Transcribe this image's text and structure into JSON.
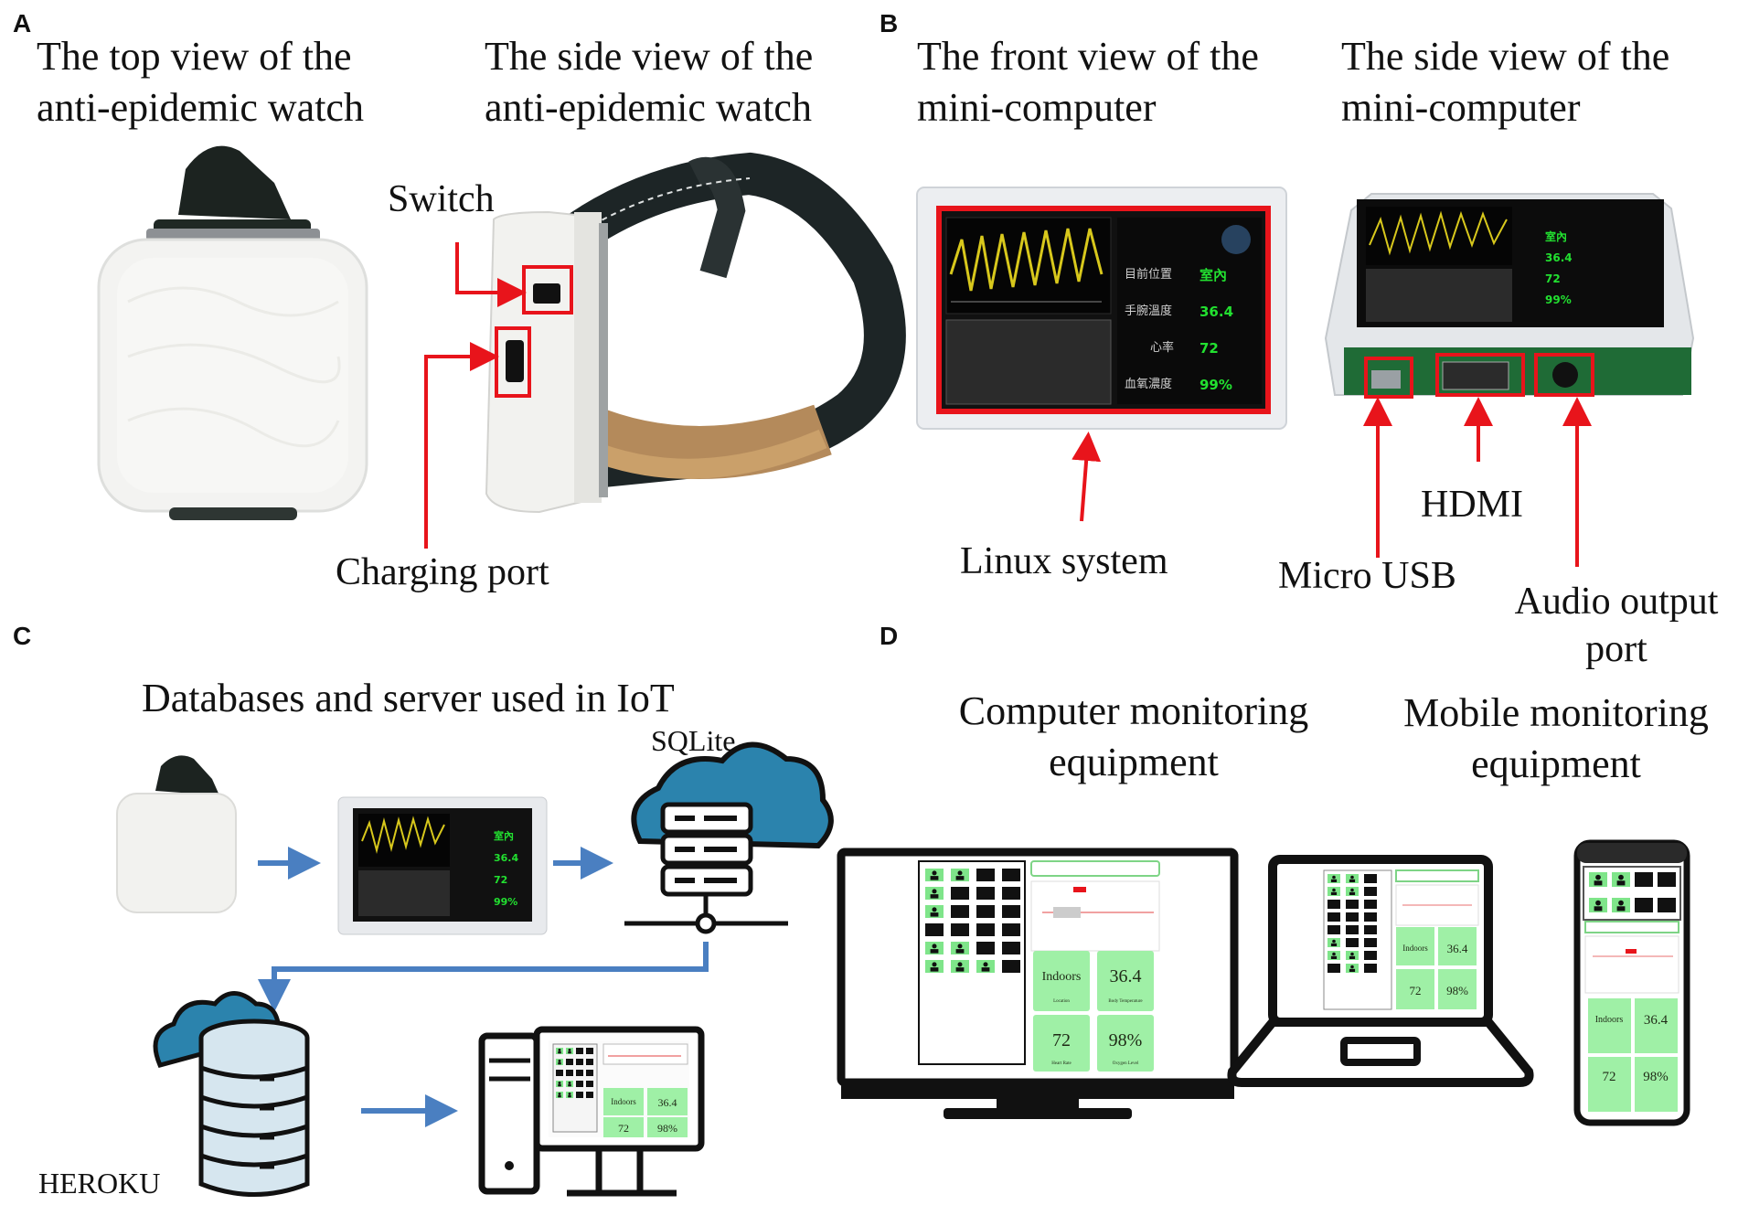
{
  "panels": {
    "a": {
      "letter": "A",
      "title_top": "The top view of the anti-epidemic watch",
      "title_side": "The side view of the anti-epidemic watch",
      "label_switch": "Switch",
      "label_charging": "Charging port"
    },
    "b": {
      "letter": "B",
      "title_front": "The front view of the mini-computer",
      "title_side": "The side view of the mini-computer",
      "label_linux": "Linux system",
      "label_hdmi": "HDMI",
      "label_usb": "Micro USB",
      "label_audio": "Audio output port",
      "screen": {
        "row1_label": "目前位置",
        "row1_value": "室內",
        "row2_label": "手腕溫度",
        "row2_value": "36.4",
        "row3_label": "心率",
        "row3_value": "72",
        "row4_label": "血氧濃度",
        "row4_value": "99%"
      }
    },
    "c": {
      "letter": "C",
      "title": "Databases and server used in IoT",
      "label_sqlite": "SQLite",
      "label_heroku": "HEROKU",
      "desktop_cards": {
        "location": "Indoors",
        "temp": "36.4",
        "heart": "72",
        "oxygen": "98%"
      }
    },
    "d": {
      "letter": "D",
      "title_computer": "Computer monitoring equipment",
      "title_mobile": "Mobile monitoring equipment",
      "cards": {
        "location": "Indoors",
        "location_sub": "Location",
        "temp": "36.4",
        "temp_sub": "Body Temperature",
        "heart": "72",
        "heart_sub": "Heart Rate",
        "oxygen": "98%",
        "oxygen_sub": "Oxygen Level"
      }
    }
  },
  "colors": {
    "callout_red": "#e8141b",
    "arrow_blue": "#4a7fc1",
    "card_green": "#9ff0a6",
    "cloud_blue": "#2b83ad",
    "db_blue": "#d6e6ef",
    "lcd_green": "#22e030",
    "lcd_yellow": "#d8c81c"
  }
}
